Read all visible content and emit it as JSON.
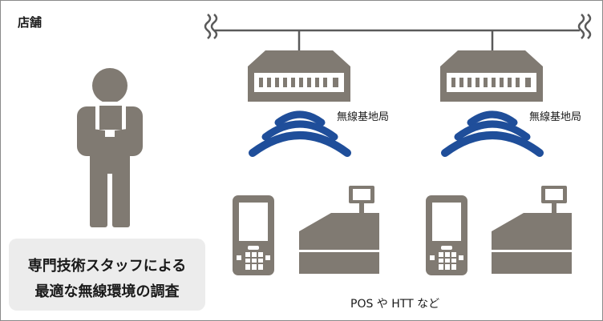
{
  "store_label": "店舗",
  "access_points": [
    {
      "label": "無線基地局"
    },
    {
      "label": "無線基地局"
    }
  ],
  "caption": {
    "line1": "専門技術スタッフによる",
    "line2": "最適な無線環境の調査"
  },
  "devices_label": "POS や HTT など",
  "colors": {
    "device_gray": "#807a72",
    "wave_blue": "#1f4e9a",
    "caption_bg": "#ececec",
    "line": "#5a5a5a"
  }
}
